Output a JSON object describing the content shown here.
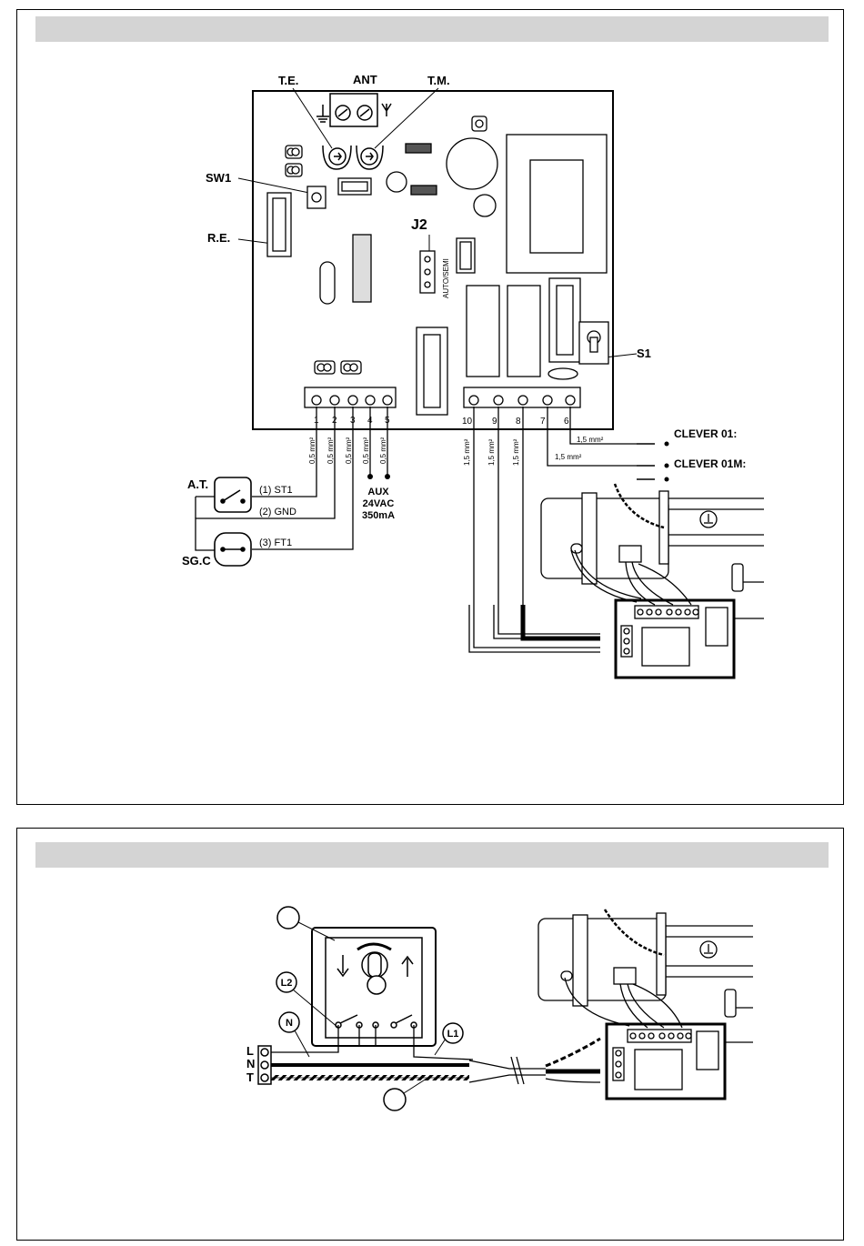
{
  "figure1": {
    "labels": {
      "te": "T.E.",
      "ant": "ANT",
      "tm": "T.M.",
      "sw1": "SW1",
      "re": "R.E.",
      "j2": "J2",
      "j2_text": "AUTO/SEMI",
      "s1": "S1",
      "clever01": "CLEVER 01:",
      "clever01m": "CLEVER 01M:",
      "at": "A.T.",
      "sgc": "SG.C",
      "aux_line1": "AUX",
      "aux_line2": "24VAC",
      "aux_line3": "350mA"
    },
    "terminals_left": [
      "1",
      "2",
      "3",
      "4",
      "5"
    ],
    "terminals_right": [
      "10",
      "9",
      "8",
      "7",
      "6"
    ],
    "wires_left": [
      "0,5 mm²",
      "0,5 mm²",
      "0,5 mm²",
      "0,5 mm²",
      "0,5 mm²"
    ],
    "wires_right": [
      "1,5 mm²",
      "1,5 mm²",
      "1,5 mm²"
    ],
    "wire_6": "1,5 mm²",
    "wire_7": "1,5 mm²",
    "signals": [
      "(1) ST1",
      "(2) GND",
      "(3) FT1"
    ]
  },
  "figure2": {
    "labels": {
      "l2": "L2",
      "n": "N",
      "l1": "L1",
      "L": "L",
      "N": "N",
      "T": "T"
    }
  },
  "colors": {
    "header_bar": "#d4d4d4",
    "line": "#000000"
  }
}
